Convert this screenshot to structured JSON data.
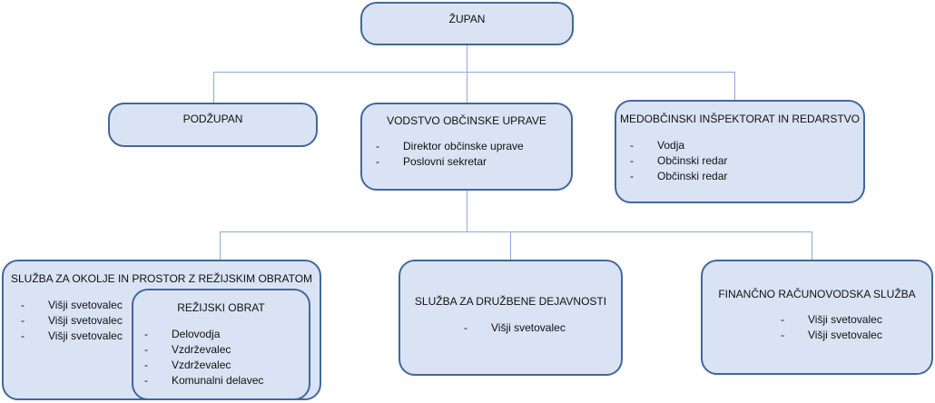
{
  "zupan": {
    "title": "ŽUPAN"
  },
  "podzupan": {
    "title": "PODŽUPAN"
  },
  "vodstvo": {
    "title": "VODSTVO OBČINSKE UPRAVE",
    "items": [
      "Direktor občinske uprave",
      "Poslovni sekretar"
    ]
  },
  "medobcinski": {
    "title": "MEDOBČINSKI INŠPEKTORAT IN REDARSTVO",
    "items": [
      "Vodja",
      "Občinski redar",
      "Občinski redar"
    ]
  },
  "okolje": {
    "title": "SLUŽBA ZA OKOLJE IN PROSTOR Z REŽIJSKIM OBRATOM",
    "items": [
      "Višji svetovalec",
      "Višji svetovalec",
      "Višji svetovalec"
    ]
  },
  "rezijski": {
    "title": "REŽIJSKI OBRAT",
    "items": [
      "Delovodja",
      "Vzdrževalec",
      "Vzdrževalec",
      "Komunalni delavec"
    ]
  },
  "druzbene": {
    "title": "SLUŽBA ZA DRUŽBENE DEJAVNOSTI",
    "items": [
      "Višji svetovalec"
    ]
  },
  "financno": {
    "title": "FINANČNO RAČUNOVODSKA SLUŽBA",
    "items": [
      "Višji svetovalec",
      "Višji svetovalec"
    ]
  },
  "dash": "-"
}
